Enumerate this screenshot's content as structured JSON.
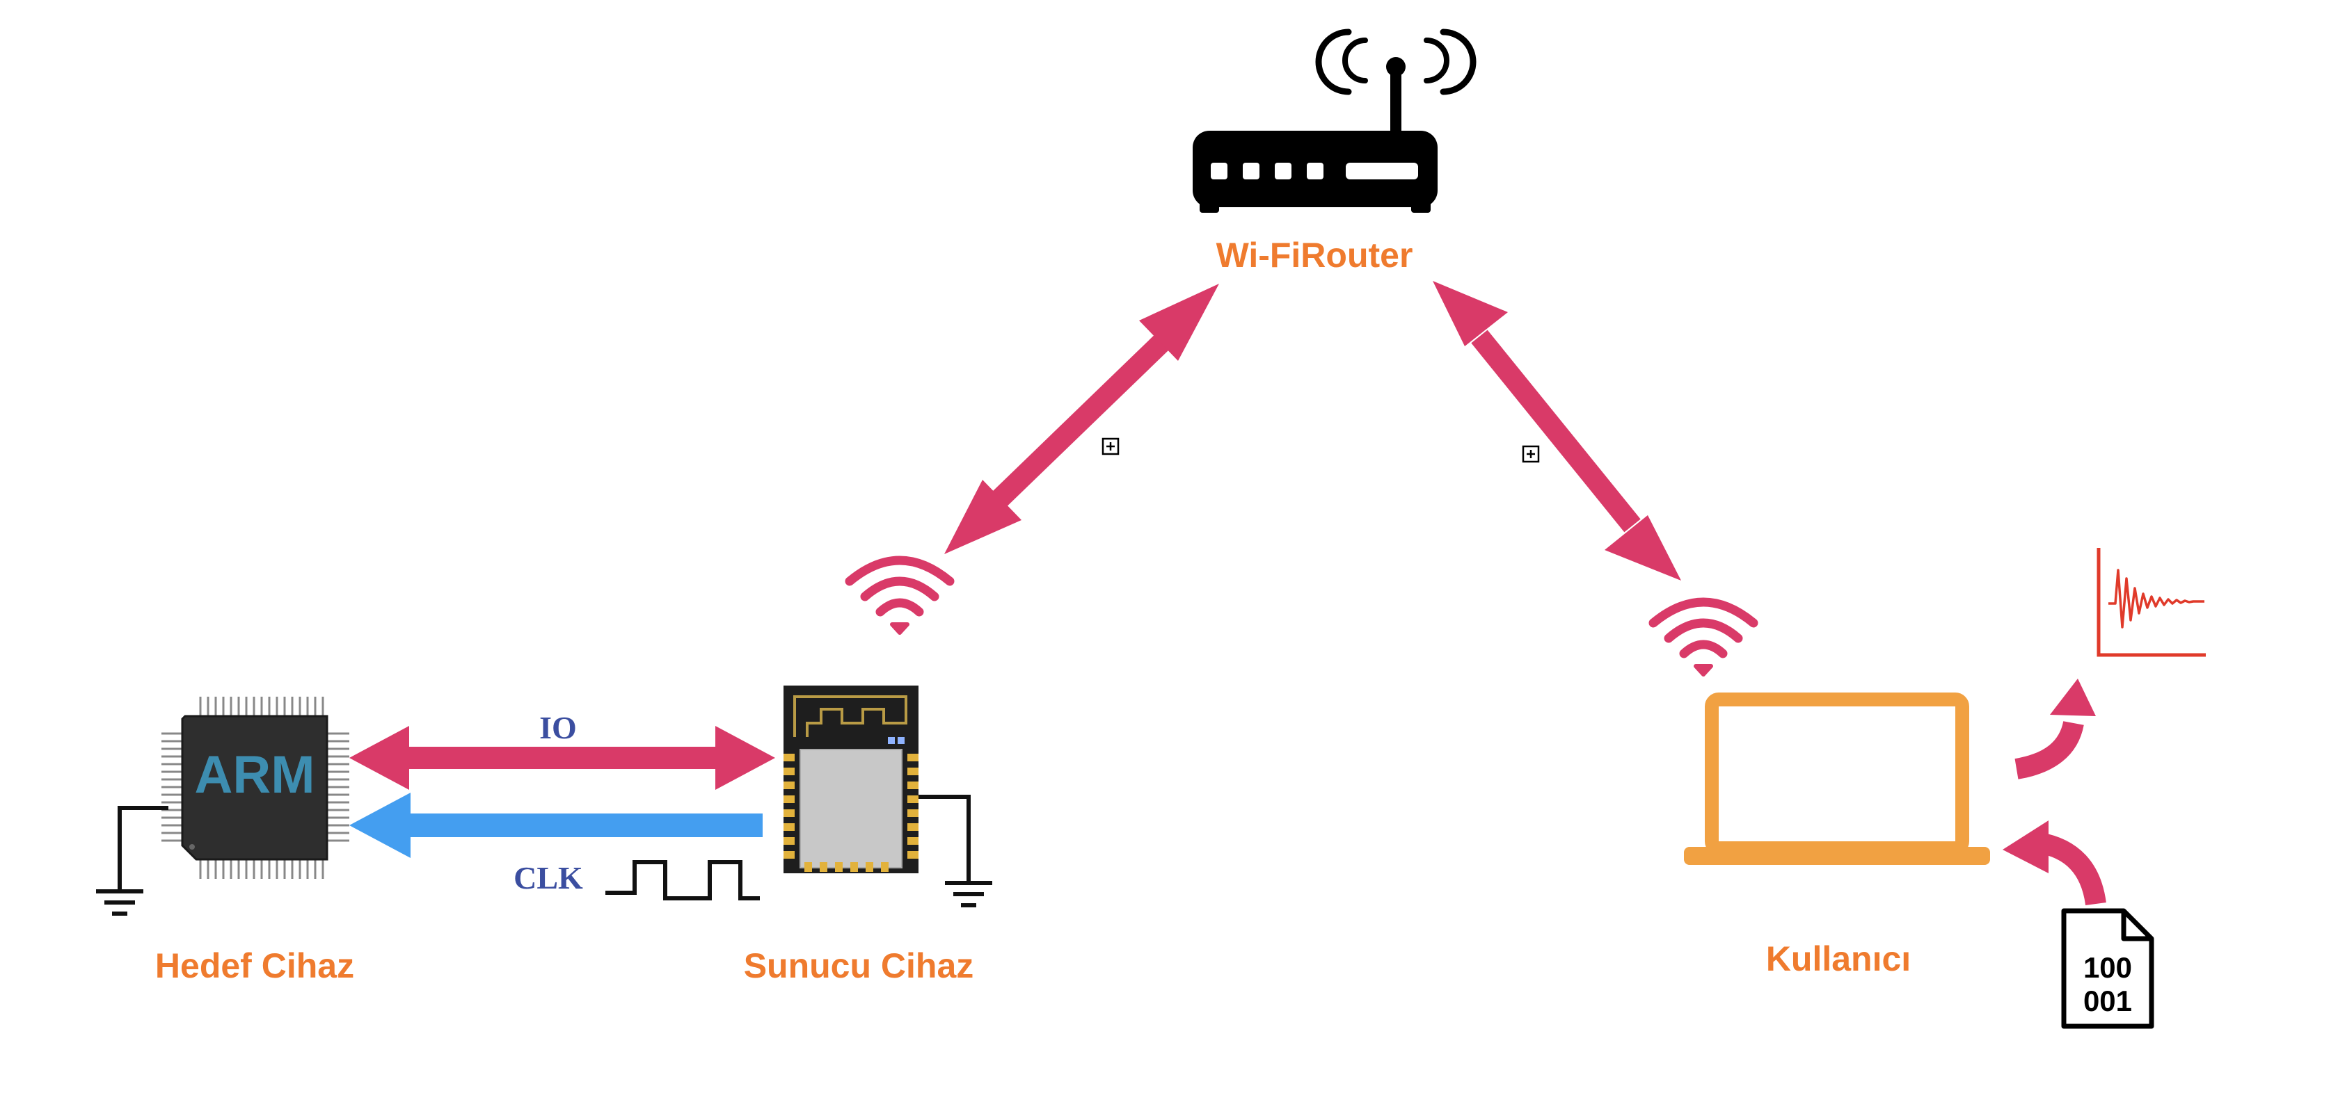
{
  "labels": {
    "router": "Wi-FiRouter",
    "target": "Hedef Cihaz",
    "host": "Sunucu Cihaz",
    "user": "Kullanıcı",
    "io": "IO",
    "clk": "CLK",
    "chip_brand": "ARM",
    "file_bits_line1": "100",
    "file_bits_line2": "001"
  },
  "colors": {
    "label_orange": "#ef7b2e",
    "arrow_pink": "#d93a68",
    "arrow_blue": "#449ef0",
    "signal_text": "#3b4ea0",
    "laptop_orange": "#f1a142",
    "chip_dark": "#2e2e2e",
    "chip_text": "#3d8db0",
    "plot_red": "#e03a2a",
    "module_gold": "#e2b23c"
  },
  "icons": {
    "router": "wifi-router-icon",
    "target": "arm-chip-icon",
    "host": "esp-module-icon",
    "user": "laptop-icon",
    "file": "binary-file-icon",
    "plot": "damped-oscillation-plot-icon",
    "wifi": "wifi-signal-icon",
    "ground": "ground-symbol-icon",
    "expand": "expand-box-icon"
  }
}
